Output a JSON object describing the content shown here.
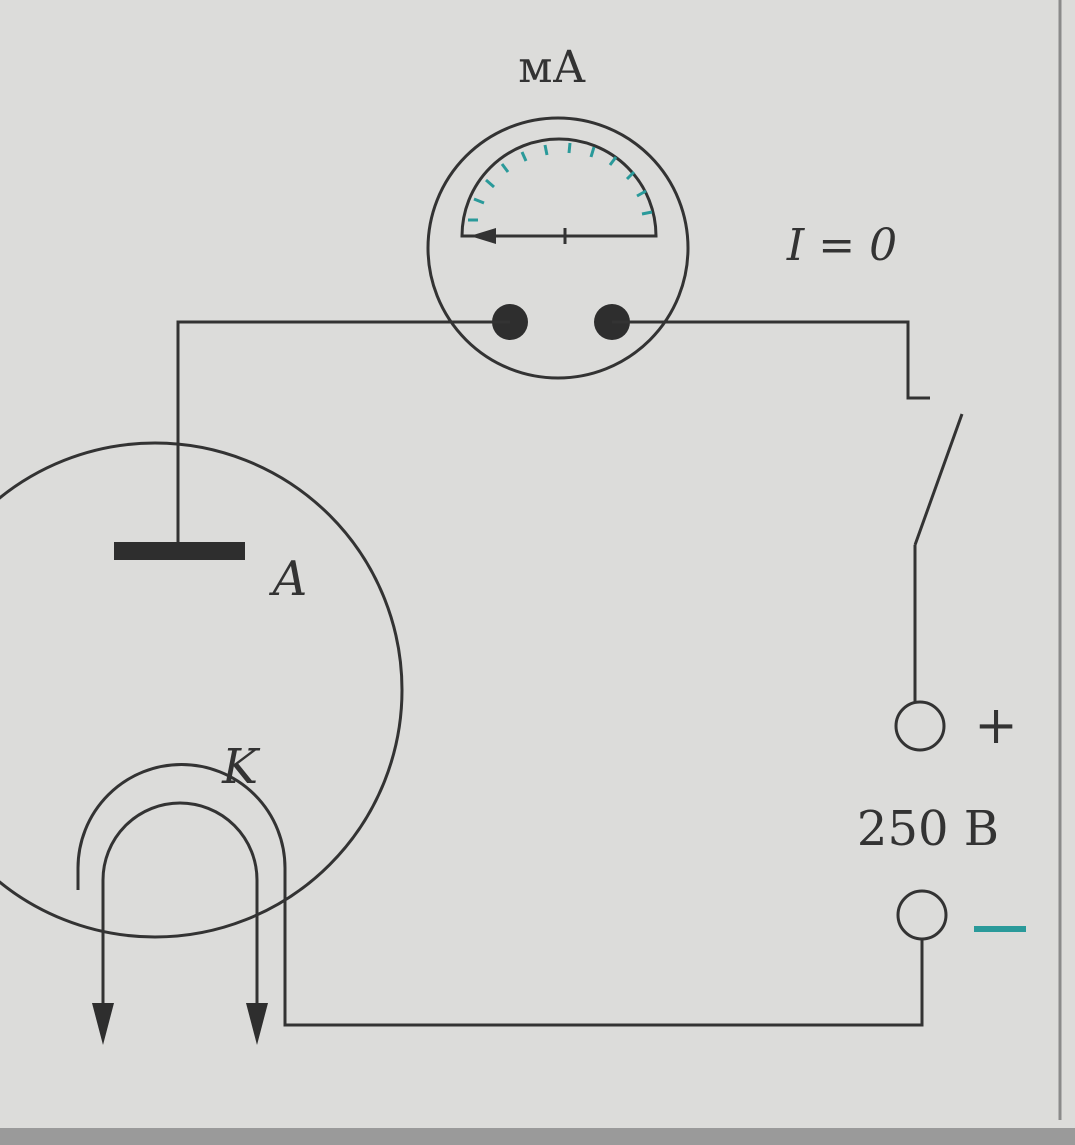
{
  "diagram": {
    "meter_unit_label": "мА",
    "current_label": "I = 0",
    "anode_label": "A",
    "cathode_label": "K",
    "voltage_label": "250 В",
    "positive_terminal_symbol": "+",
    "negative_terminal_symbol": "−"
  },
  "colors": {
    "paper": "#dcdcda",
    "ink": "#333333",
    "scale_accent": "#2a9a9a",
    "border_strip": "#9a9a9a"
  }
}
